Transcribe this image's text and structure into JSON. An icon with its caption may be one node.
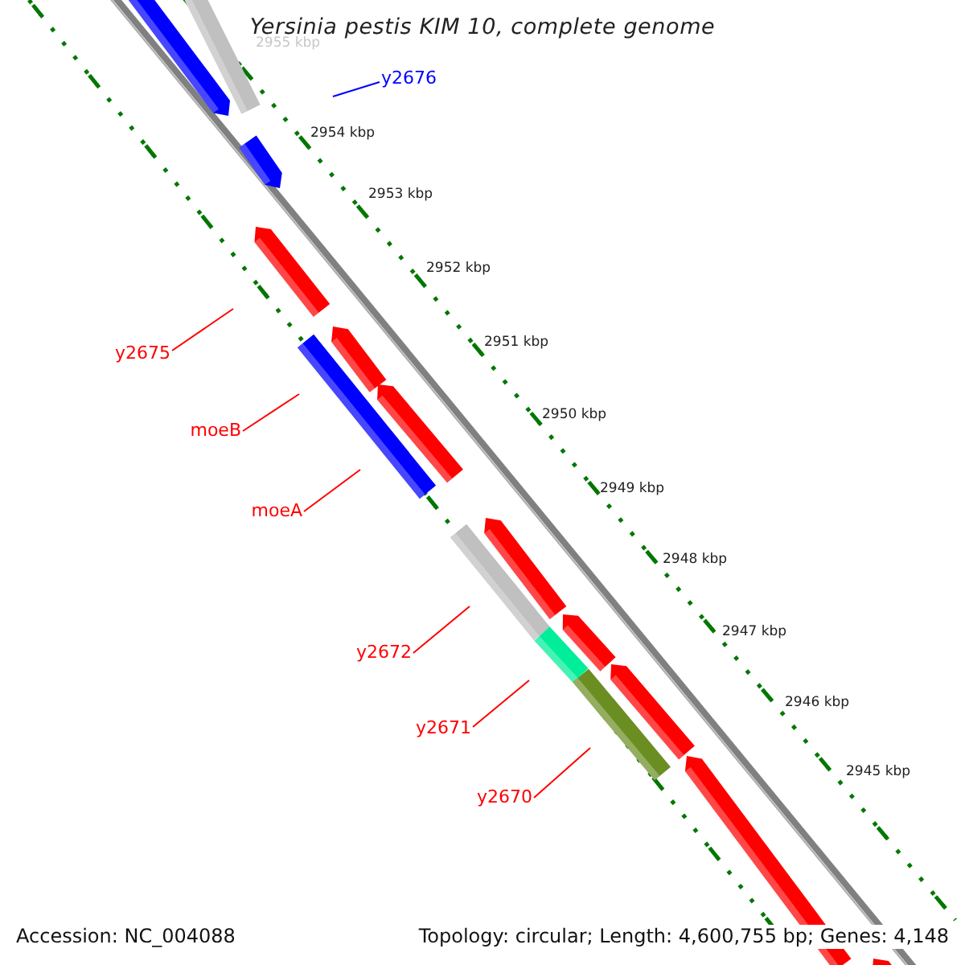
{
  "diagram": {
    "title": "Yersinia pestis KIM 10, complete genome",
    "nodes": [
      {
        "text": [
          "y2676"
        ]
      },
      {
        "text": [
          "y2675"
        ]
      },
      {
        "text": [
          "moeB"
        ]
      },
      {
        "text": [
          "moeA"
        ]
      },
      {
        "text": [
          "y2672"
        ]
      },
      {
        "text": [
          "y2671"
        ]
      },
      {
        "text": [
          "y2670"
        ]
      }
    ],
    "edges": [
      {
        "from": 0,
        "to": null,
        "arrow": "none",
        "color": "#0000ff"
      },
      {
        "from": 1,
        "to": null,
        "arrow": "none"
      },
      {
        "from": 2,
        "to": null,
        "arrow": "none"
      },
      {
        "from": 3,
        "to": null,
        "arrow": "none"
      },
      {
        "from": 4,
        "to": null,
        "arrow": "none"
      },
      {
        "from": 5,
        "to": null,
        "arrow": "none"
      },
      {
        "from": 6,
        "to": null,
        "arrow": "none"
      }
    ],
    "labels": [
      "2955 kbp",
      "2954 kbp",
      "2953 kbp",
      "2952 kbp",
      "2951 kbp",
      "2950 kbp",
      "2949 kbp",
      "2948 kbp",
      "2947 kbp",
      "2946 kbp",
      "2945 kbp",
      "Accession: NC_004088",
      "Topology: circular; Length: 4,600,755 bp; Genes: 4,148"
    ]
  }
}
